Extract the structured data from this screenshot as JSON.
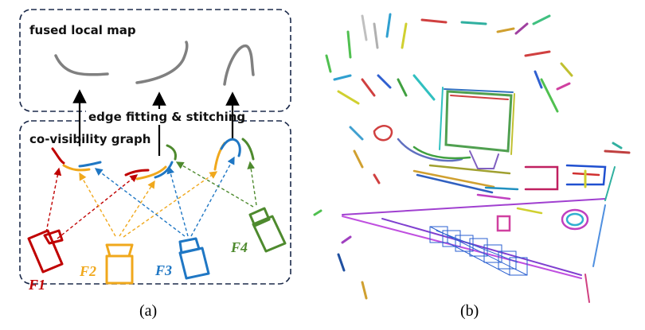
{
  "panel_a": {
    "caption": "(a)",
    "top_box_title": "fused local map",
    "bottom_box_title": "co-visibility graph",
    "process_label": "edge fitting & stitching",
    "cameras": [
      {
        "label": "F1",
        "color": "#c00000"
      },
      {
        "label": "F2",
        "color": "#f0a81c"
      },
      {
        "label": "F3",
        "color": "#1f77c4"
      },
      {
        "label": "F4",
        "color": "#4e8a2e"
      }
    ],
    "box_border_color": "#1c2a4a",
    "fused_edge_color": "#808080"
  },
  "panel_b": {
    "caption": "(b)"
  }
}
